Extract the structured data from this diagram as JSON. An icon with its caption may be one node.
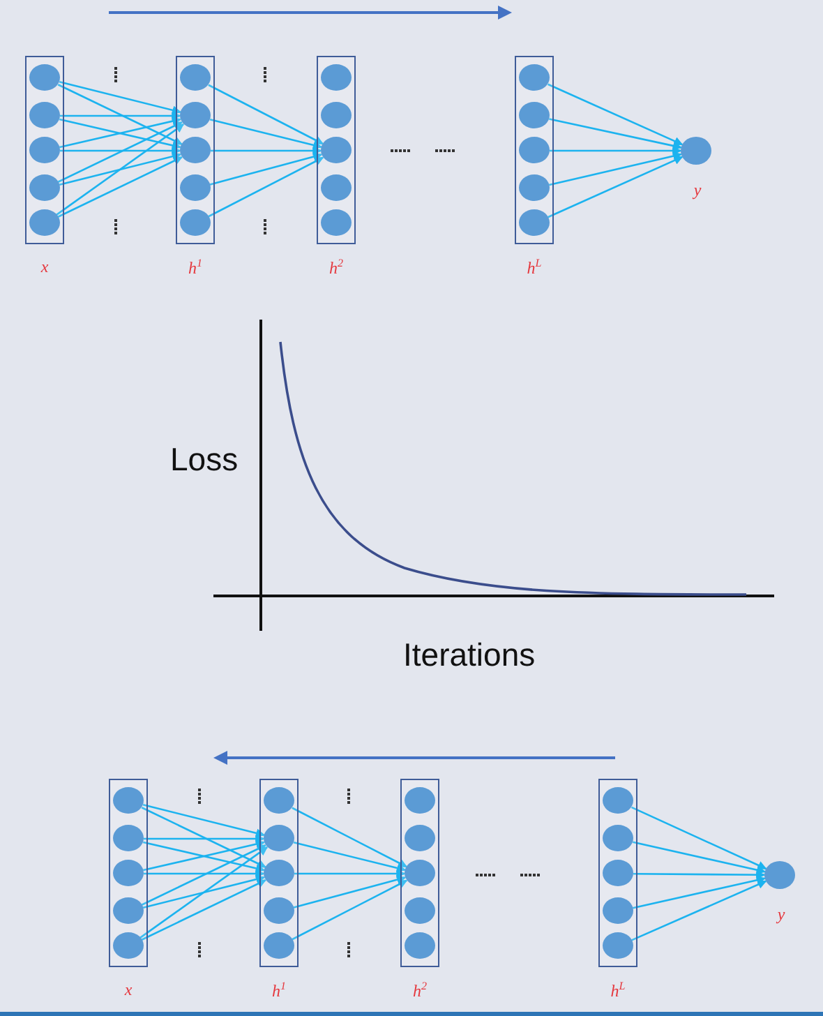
{
  "diagram": {
    "nodes": [
      {
        "text": [],
        "shape": "box",
        "beside": [
          "x"
        ]
      },
      {
        "text": [],
        "shape": "circle",
        "in": 0
      },
      {
        "text": [],
        "shape": "circle",
        "in": 0
      },
      {
        "text": [],
        "shape": "circle",
        "in": 0
      },
      {
        "text": [],
        "shape": "circle",
        "in": 0
      },
      {
        "text": [],
        "shape": "circle",
        "in": 0
      },
      {
        "text": [],
        "shape": "box",
        "beside": [
          "h$^{1}$"
        ]
      },
      {
        "text": [],
        "shape": "circle",
        "in": 6
      },
      {
        "text": [],
        "shape": "circle",
        "in": 6
      },
      {
        "text": [],
        "shape": "circle",
        "in": 6
      },
      {
        "text": [],
        "shape": "circle",
        "in": 6
      },
      {
        "text": [],
        "shape": "circle",
        "in": 6
      },
      {
        "text": [],
        "shape": "box",
        "beside": [
          "h$^{2}$"
        ]
      },
      {
        "text": [],
        "shape": "circle",
        "in": 12
      },
      {
        "text": [],
        "shape": "circle",
        "in": 12
      },
      {
        "text": [],
        "shape": "circle",
        "in": 12
      },
      {
        "text": [],
        "shape": "circle",
        "in": 12
      },
      {
        "text": [],
        "shape": "circle",
        "in": 12
      },
      {
        "text": [],
        "shape": "box",
        "beside": [
          "h$^{L}$"
        ]
      },
      {
        "text": [],
        "shape": "circle",
        "in": 18
      },
      {
        "text": [],
        "shape": "circle",
        "in": 18
      },
      {
        "text": [],
        "shape": "circle",
        "in": 18
      },
      {
        "text": [],
        "shape": "circle",
        "in": 18
      },
      {
        "text": [],
        "shape": "circle",
        "in": 18
      },
      {
        "text": [],
        "shape": "circle",
        "beside": [
          "y"
        ]
      },
      {
        "text": [],
        "shape": "box",
        "beside": [
          "x"
        ]
      },
      {
        "text": [],
        "shape": "circle",
        "in": 25
      },
      {
        "text": [],
        "shape": "circle",
        "in": 25
      },
      {
        "text": [],
        "shape": "circle",
        "in": 25
      },
      {
        "text": [],
        "shape": "circle",
        "in": 25
      },
      {
        "text": [],
        "shape": "circle",
        "in": 25
      },
      {
        "text": [],
        "shape": "box",
        "beside": [
          "h$^{1}$"
        ]
      },
      {
        "text": [],
        "shape": "circle",
        "in": 31
      },
      {
        "text": [],
        "shape": "circle",
        "in": 31
      },
      {
        "text": [],
        "shape": "circle",
        "in": 31
      },
      {
        "text": [],
        "shape": "circle",
        "in": 31
      },
      {
        "text": [],
        "shape": "circle",
        "in": 31
      },
      {
        "text": [],
        "shape": "box",
        "beside": [
          "h$^{2}$"
        ]
      },
      {
        "text": [],
        "shape": "circle",
        "in": 37
      },
      {
        "text": [],
        "shape": "circle",
        "in": 37
      },
      {
        "text": [],
        "shape": "circle",
        "in": 37
      },
      {
        "text": [],
        "shape": "circle",
        "in": 37
      },
      {
        "text": [],
        "shape": "circle",
        "in": 37
      },
      {
        "text": [],
        "shape": "box",
        "beside": [
          "h$^{L}$"
        ]
      },
      {
        "text": [],
        "shape": "circle",
        "in": 43
      },
      {
        "text": [],
        "shape": "circle",
        "in": 43
      },
      {
        "text": [],
        "shape": "circle",
        "in": 43
      },
      {
        "text": [],
        "shape": "circle",
        "in": 43
      },
      {
        "text": [],
        "shape": "circle",
        "in": 43
      },
      {
        "text": [],
        "shape": "circle",
        "beside": [
          "y"
        ]
      }
    ],
    "edges": [
      {
        "from": 1,
        "to": 8,
        "arrow": "to"
      },
      {
        "from": 1,
        "to": 9,
        "arrow": "to"
      },
      {
        "from": 2,
        "to": 8,
        "arrow": "to"
      },
      {
        "from": 2,
        "to": 9,
        "arrow": "to"
      },
      {
        "from": 3,
        "to": 8,
        "arrow": "to"
      },
      {
        "from": 3,
        "to": 9,
        "arrow": "to"
      },
      {
        "from": 4,
        "to": 8,
        "arrow": "to"
      },
      {
        "from": 4,
        "to": 9,
        "arrow": "to"
      },
      {
        "from": 5,
        "to": 8,
        "arrow": "to"
      },
      {
        "from": 5,
        "to": 9,
        "arrow": "to"
      },
      {
        "from": 7,
        "to": 15,
        "arrow": "to"
      },
      {
        "from": 8,
        "to": 15,
        "arrow": "to"
      },
      {
        "from": 9,
        "to": 15,
        "arrow": "to"
      },
      {
        "from": 10,
        "to": 15,
        "arrow": "to"
      },
      {
        "from": 11,
        "to": 15,
        "arrow": "to"
      },
      {
        "from": 19,
        "to": 24,
        "arrow": "to"
      },
      {
        "from": 20,
        "to": 24,
        "arrow": "to"
      },
      {
        "from": 21,
        "to": 24,
        "arrow": "to"
      },
      {
        "from": 22,
        "to": 24,
        "arrow": "to"
      },
      {
        "from": 23,
        "to": 24,
        "arrow": "to"
      },
      {
        "from": 26,
        "to": 33,
        "arrow": "to"
      },
      {
        "from": 26,
        "to": 34,
        "arrow": "to"
      },
      {
        "from": 27,
        "to": 33,
        "arrow": "to"
      },
      {
        "from": 27,
        "to": 34,
        "arrow": "to"
      },
      {
        "from": 28,
        "to": 33,
        "arrow": "to"
      },
      {
        "from": 28,
        "to": 34,
        "arrow": "to"
      },
      {
        "from": 29,
        "to": 33,
        "arrow": "to"
      },
      {
        "from": 29,
        "to": 34,
        "arrow": "to"
      },
      {
        "from": 30,
        "to": 33,
        "arrow": "to"
      },
      {
        "from": 30,
        "to": 34,
        "arrow": "to"
      },
      {
        "from": 32,
        "to": 40,
        "arrow": "to"
      },
      {
        "from": 33,
        "to": 40,
        "arrow": "to"
      },
      {
        "from": 34,
        "to": 40,
        "arrow": "to"
      },
      {
        "from": 35,
        "to": 40,
        "arrow": "to"
      },
      {
        "from": 36,
        "to": 40,
        "arrow": "to"
      },
      {
        "from": 44,
        "to": 49,
        "arrow": "to"
      },
      {
        "from": 45,
        "to": 49,
        "arrow": "to"
      },
      {
        "from": 46,
        "to": 49,
        "arrow": "to"
      },
      {
        "from": 47,
        "to": 49,
        "arrow": "to"
      },
      {
        "from": 48,
        "to": 49,
        "arrow": "to"
      }
    ],
    "labels": [
      "Loss",
      "Iterations"
    ]
  }
}
